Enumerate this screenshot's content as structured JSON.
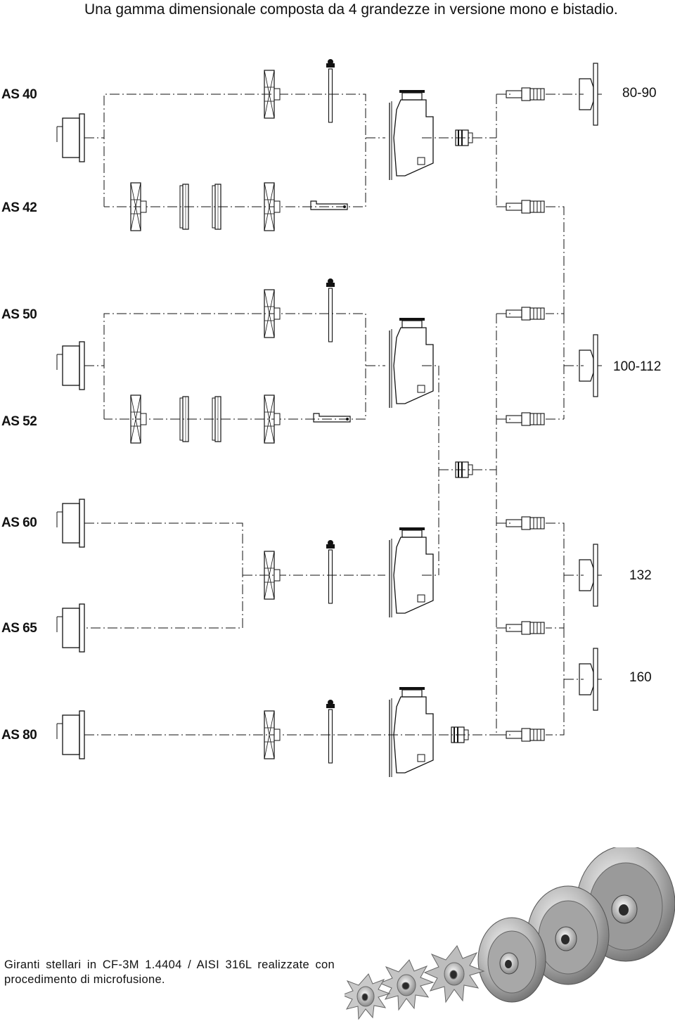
{
  "title": "Una gamma dimensionale composta da 4 grandezze in versione mono e bistadio.",
  "models": [
    "AS 40",
    "AS 42",
    "AS 50",
    "AS 52",
    "AS 60",
    "AS 65",
    "AS 80"
  ],
  "motor_sizes": [
    "80-90",
    "100-112",
    "132",
    "160"
  ],
  "caption": {
    "line1": "Giranti stellari in CF-3M 1.4404 / AISI 316L realizzate con",
    "line2": "procedimento di microfusione."
  },
  "photo": {
    "subject": "stainless-steel impellers",
    "count": 6
  }
}
